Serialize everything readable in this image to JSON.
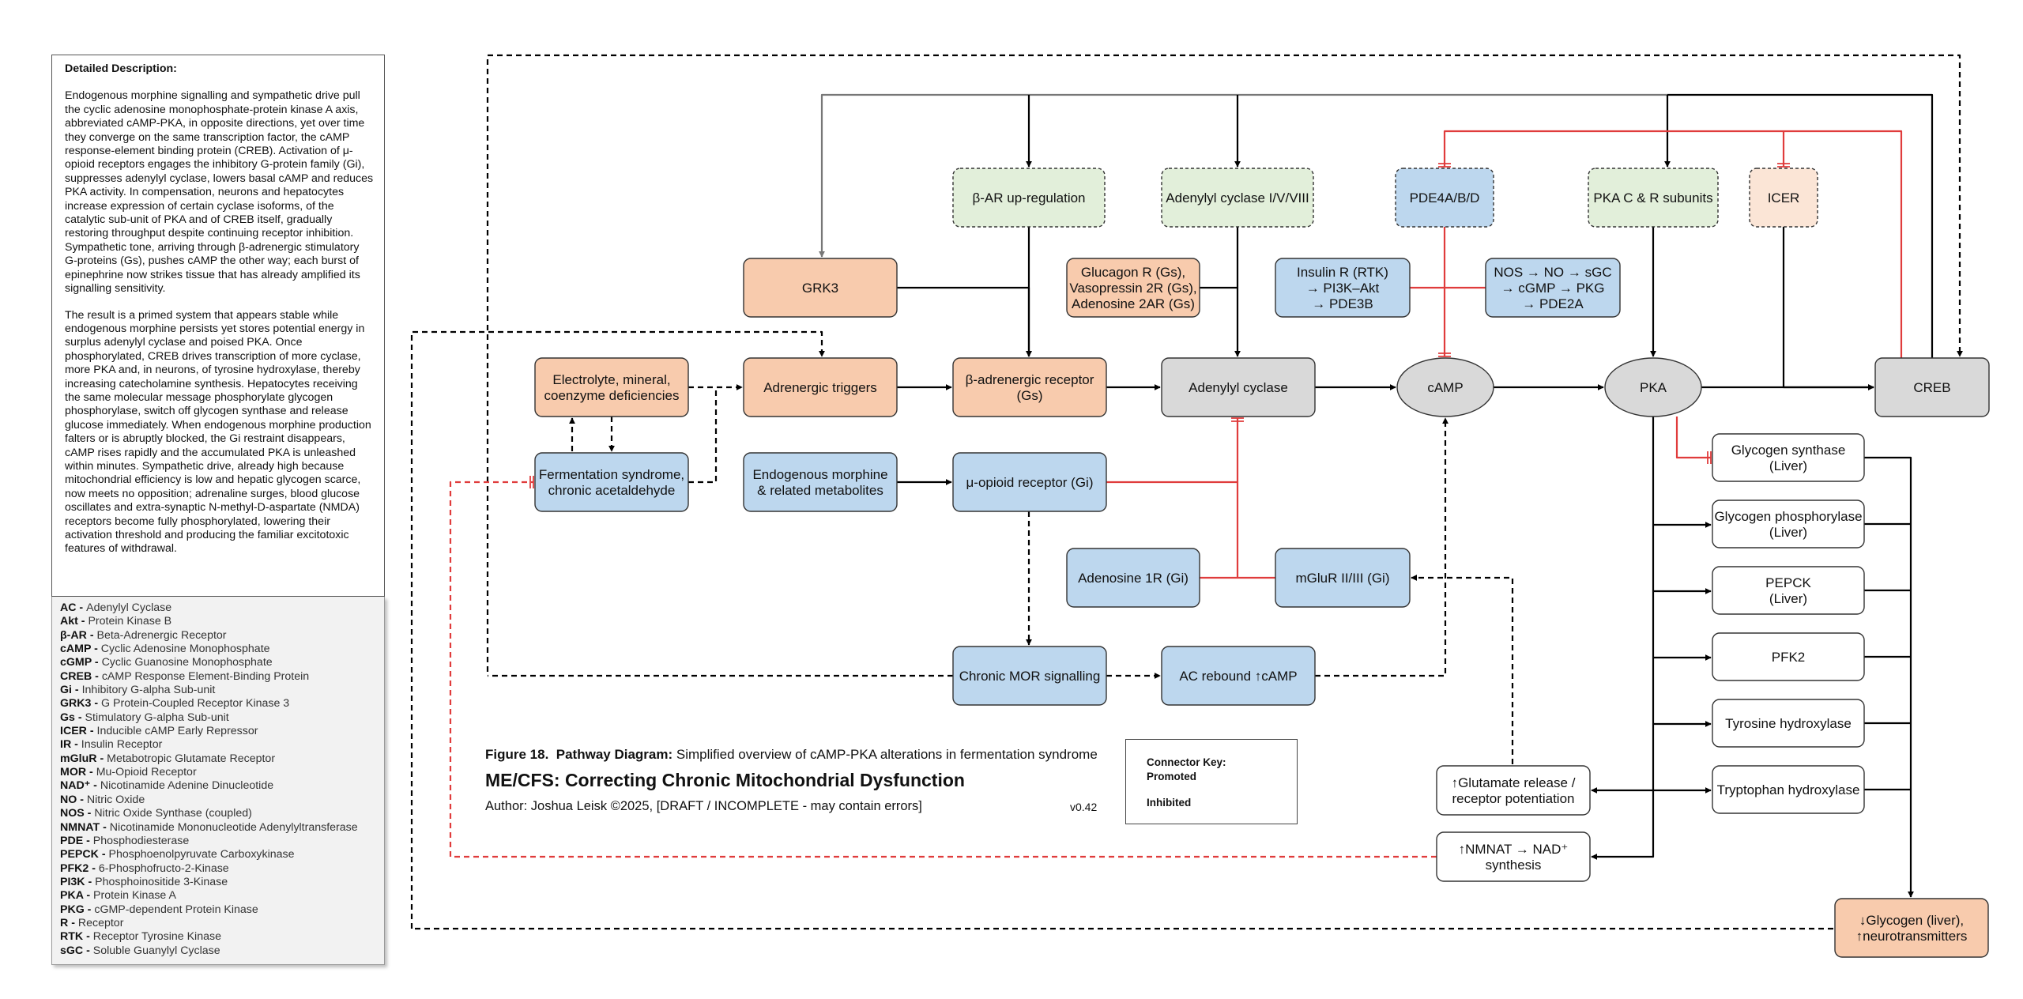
{
  "description": {
    "title": "Detailed Description:",
    "paragraph1": "Endogenous morphine signalling and sympathetic drive pull the cyclic adenosine monophosphate-protein kinase A axis, abbreviated cAMP-PKA, in opposite directions, yet over time they converge on the same transcription factor, the cAMP response-element binding protein (CREB). Activation of μ-opioid receptors engages the inhibitory G-protein family (Gi), suppresses adenylyl cyclase, lowers basal cAMP and reduces PKA activity. In compensation, neurons and hepatocytes increase expression of certain cyclase isoforms, of the catalytic sub-unit of PKA and of CREB itself, gradually restoring throughput despite continuing receptor inhibition. Sympathetic tone, arriving through β-adrenergic stimulatory G-proteins (Gs), pushes cAMP the other way; each burst of epinephrine now strikes tissue that has already amplified its signalling sensitivity.",
    "paragraph2": "The result is a primed system that appears stable while endogenous morphine persists yet stores potential energy in surplus adenylyl cyclase and poised PKA. Once phosphorylated, CREB drives transcription of more cyclase, more PKA and, in neurons, of tyrosine hydroxylase, thereby increasing catecholamine synthesis. Hepatocytes receiving the same molecular message phosphorylate glycogen phosphorylase, switch off glycogen synthase and release glucose immediately. When endogenous morphine production falters or is abruptly blocked, the Gi restraint disappears, cAMP rises rapidly and the accumulated PKA is unleashed within minutes. Sympathetic drive, already high because mitochondrial efficiency is low and hepatic glycogen scarce, now meets no opposition; adrenaline surges, blood glucose oscillates and extra-synaptic N-methyl-D-aspartate (NMDA) receptors become fully phosphorylated, lowering their activation threshold and producing the familiar excitotoxic features of withdrawal."
  },
  "abbreviations": [
    {
      "abbr": "AC",
      "def": "Adenylyl Cyclase"
    },
    {
      "abbr": "Akt",
      "def": "Protein Kinase B"
    },
    {
      "abbr": "β-AR",
      "def": "Beta-Adrenergic Receptor"
    },
    {
      "abbr": "cAMP",
      "def": "Cyclic Adenosine Monophosphate"
    },
    {
      "abbr": "cGMP",
      "def": "Cyclic Guanosine Monophosphate"
    },
    {
      "abbr": "CREB",
      "def": "cAMP Response Element-Binding Protein"
    },
    {
      "abbr": "Gi",
      "def": "Inhibitory G-alpha Sub-unit"
    },
    {
      "abbr": "GRK3",
      "def": "G Protein-Coupled Receptor Kinase 3"
    },
    {
      "abbr": "Gs",
      "def": "Stimulatory G-alpha Sub-unit"
    },
    {
      "abbr": "ICER",
      "def": "Inducible cAMP Early Repressor"
    },
    {
      "abbr": "IR",
      "def": "Insulin Receptor"
    },
    {
      "abbr": "mGluR",
      "def": "Metabotropic Glutamate Receptor"
    },
    {
      "abbr": "MOR",
      "def": "Mu-Opioid Receptor"
    },
    {
      "abbr": "NAD⁺",
      "def": "Nicotinamide Adenine Dinucleotide"
    },
    {
      "abbr": "NO",
      "def": "Nitric Oxide"
    },
    {
      "abbr": "NOS",
      "def": "Nitric Oxide Synthase (coupled)"
    },
    {
      "abbr": "NMNAT",
      "def": "Nicotinamide Mononucleotide Adenylyltransferase"
    },
    {
      "abbr": "PDE",
      "def": "Phosphodiesterase"
    },
    {
      "abbr": "PEPCK",
      "def": "Phosphoenolpyruvate Carboxykinase"
    },
    {
      "abbr": "PFK2",
      "def": "6-Phosphofructo-2-Kinase"
    },
    {
      "abbr": "PI3K",
      "def": "Phosphoinositide 3-Kinase"
    },
    {
      "abbr": "PKA",
      "def": "Protein Kinase A"
    },
    {
      "abbr": "PKG",
      "def": "cGMP-dependent Protein Kinase"
    },
    {
      "abbr": "R",
      "def": "Receptor"
    },
    {
      "abbr": "RTK",
      "def": "Receptor Tyrosine Kinase"
    },
    {
      "abbr": "sGC",
      "def": "Soluble Guanylyl Cyclase"
    }
  ],
  "nodes": {
    "bar_upreg": {
      "lines": [
        "β-AR up-regulation"
      ]
    },
    "ac_isoforms": {
      "lines": [
        "Adenylyl cyclase I/V/VIII"
      ]
    },
    "pde4": {
      "lines": [
        "PDE4A/B/D"
      ]
    },
    "pka_sub": {
      "lines": [
        "PKA C & R subunits"
      ]
    },
    "icer": {
      "lines": [
        "ICER"
      ]
    },
    "grk3": {
      "lines": [
        "GRK3"
      ]
    },
    "glucagon": {
      "lines": [
        "Glucagon R (Gs),",
        "Vasopressin 2R (Gs),",
        "Adenosine 2AR (Gs)"
      ]
    },
    "insulin": {
      "lines": [
        "Insulin R (RTK)",
        "→ PI3K–Akt",
        "→ PDE3B"
      ]
    },
    "nos": {
      "lines": [
        "NOS → NO → sGC",
        "→ cGMP → PKG",
        "→ PDE2A"
      ]
    },
    "electrolyte": {
      "lines": [
        "Electrolyte, mineral,",
        "coenzyme deficiencies"
      ]
    },
    "adrenergic": {
      "lines": [
        "Adrenergic triggers"
      ]
    },
    "bar": {
      "lines": [
        "β-adrenergic receptor",
        "(Gs)"
      ]
    },
    "ac": {
      "lines": [
        "Adenylyl cyclase"
      ]
    },
    "camp": {
      "lines": [
        "cAMP"
      ]
    },
    "pka": {
      "lines": [
        "PKA"
      ]
    },
    "creb": {
      "lines": [
        "CREB"
      ]
    },
    "fermentation": {
      "lines": [
        "Fermentation syndrome,",
        "chronic acetaldehyde"
      ]
    },
    "endomorphine": {
      "lines": [
        "Endogenous morphine",
        "& related metabolites"
      ]
    },
    "mor": {
      "lines": [
        "μ-opioid receptor (Gi)"
      ]
    },
    "aden1": {
      "lines": [
        "Adenosine 1R (Gi)"
      ]
    },
    "mglur": {
      "lines": [
        "mGluR II/III (Gi)"
      ]
    },
    "chronic_mor": {
      "lines": [
        "Chronic MOR signalling"
      ]
    },
    "ac_rebound": {
      "lines": [
        "AC rebound ↑cAMP"
      ]
    },
    "gsyn": {
      "lines": [
        "Glycogen synthase",
        "(Liver)"
      ]
    },
    "gphos": {
      "lines": [
        "Glycogen phosphorylase",
        "(Liver)"
      ]
    },
    "pepck": {
      "lines": [
        "PEPCK",
        "(Liver)"
      ]
    },
    "pfk2": {
      "lines": [
        "PFK2"
      ]
    },
    "tyr": {
      "lines": [
        "Tyrosine hydroxylase"
      ]
    },
    "trp": {
      "lines": [
        "Tryptophan hydroxylase"
      ]
    },
    "glut": {
      "lines": [
        "↑Glutamate release /",
        "receptor potentiation"
      ]
    },
    "nmnat": {
      "lines": [
        "↑NMNAT → NAD⁺",
        "synthesis"
      ]
    },
    "glycogen": {
      "lines": [
        "↓Glycogen (liver),",
        "↑neurotransmitters"
      ]
    }
  },
  "caption": {
    "figure_label": "Figure 18.",
    "figure_type": "Pathway Diagram:",
    "figure_desc": "Simplified overview of cAMP-PKA alterations in fermentation syndrome",
    "title": "ME/CFS: Correcting Chronic Mitochondrial Dysfunction",
    "author": "Author: Joshua Leisk ©2025, [DRAFT / INCOMPLETE - may contain errors]",
    "version": "v0.42"
  },
  "key": {
    "title": "Connector Key:",
    "promoted": "Promoted",
    "inhibited": "Inhibited"
  },
  "colors": {
    "orange_fill": "#f8cbad",
    "blue_fill": "#bdd7ee",
    "green_fill": "#e2efda",
    "peach_fill": "#fbe5d6",
    "grey_fill": "#d9d9d9",
    "promoted": "#000000",
    "inhibited": "#e03c3c"
  }
}
